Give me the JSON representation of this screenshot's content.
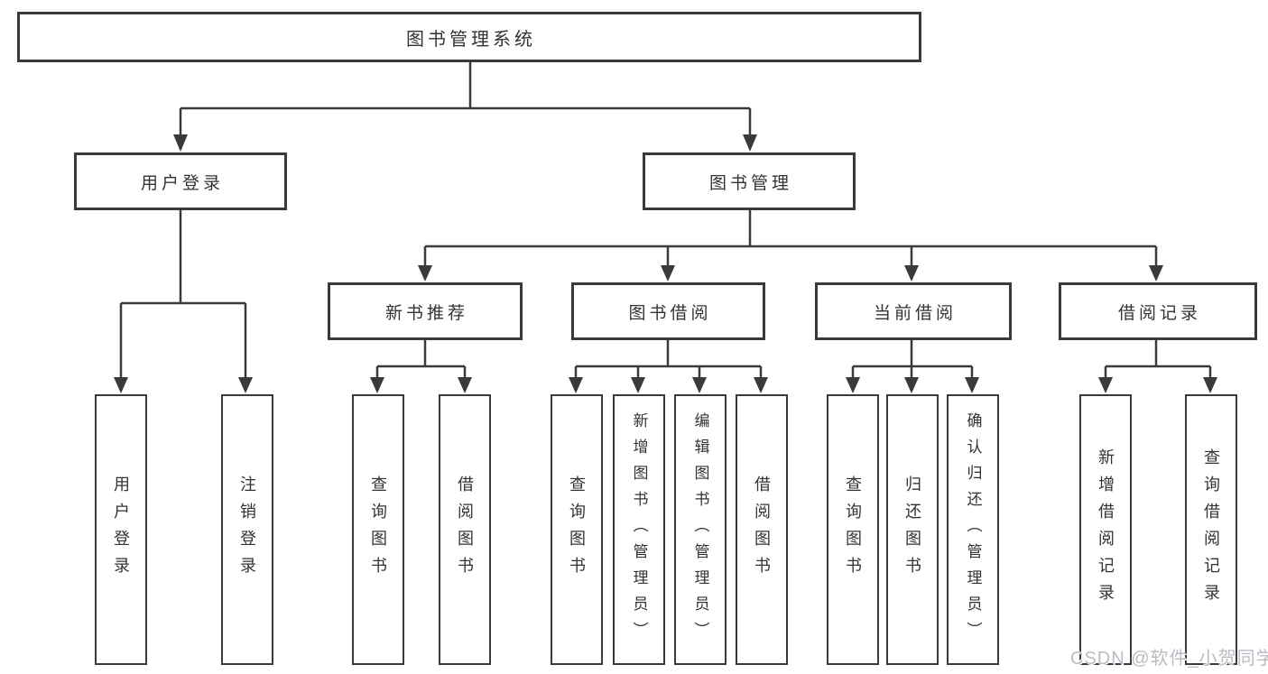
{
  "diagram": {
    "root": {
      "label": "图书管理系统"
    },
    "level2": [
      {
        "label": "用户登录"
      },
      {
        "label": "图书管理"
      }
    ],
    "level3": [
      {
        "label": "新书推荐",
        "parent": "图书管理"
      },
      {
        "label": "图书借阅",
        "parent": "图书管理"
      },
      {
        "label": "当前借阅",
        "parent": "图书管理"
      },
      {
        "label": "借阅记录",
        "parent": "图书管理"
      }
    ],
    "leaves": [
      {
        "label": "用户登录",
        "parent": "用户登录"
      },
      {
        "label": "注销登录",
        "parent": "用户登录"
      },
      {
        "label": "查询图书",
        "parent": "新书推荐"
      },
      {
        "label": "借阅图书",
        "parent": "新书推荐"
      },
      {
        "label": "查询图书",
        "parent": "图书借阅"
      },
      {
        "label": "新增图书（管理员）",
        "parent": "图书借阅"
      },
      {
        "label": "编辑图书（管理员）",
        "parent": "图书借阅"
      },
      {
        "label": "借阅图书",
        "parent": "图书借阅"
      },
      {
        "label": "查询图书",
        "parent": "当前借阅"
      },
      {
        "label": "归还图书",
        "parent": "当前借阅"
      },
      {
        "label": "确认归还（管理员）",
        "parent": "当前借阅"
      },
      {
        "label": "新增借阅记录",
        "parent": "借阅记录"
      },
      {
        "label": "查询借阅记录",
        "parent": "借阅记录"
      }
    ]
  },
  "watermark": {
    "text": "CSDN @软件_小贺同学"
  },
  "colors": {
    "line": "#3a3a3a",
    "border": "#3a3a3a",
    "text": "#333333",
    "watermark": "#b7bdc3",
    "background": "#ffffff"
  }
}
